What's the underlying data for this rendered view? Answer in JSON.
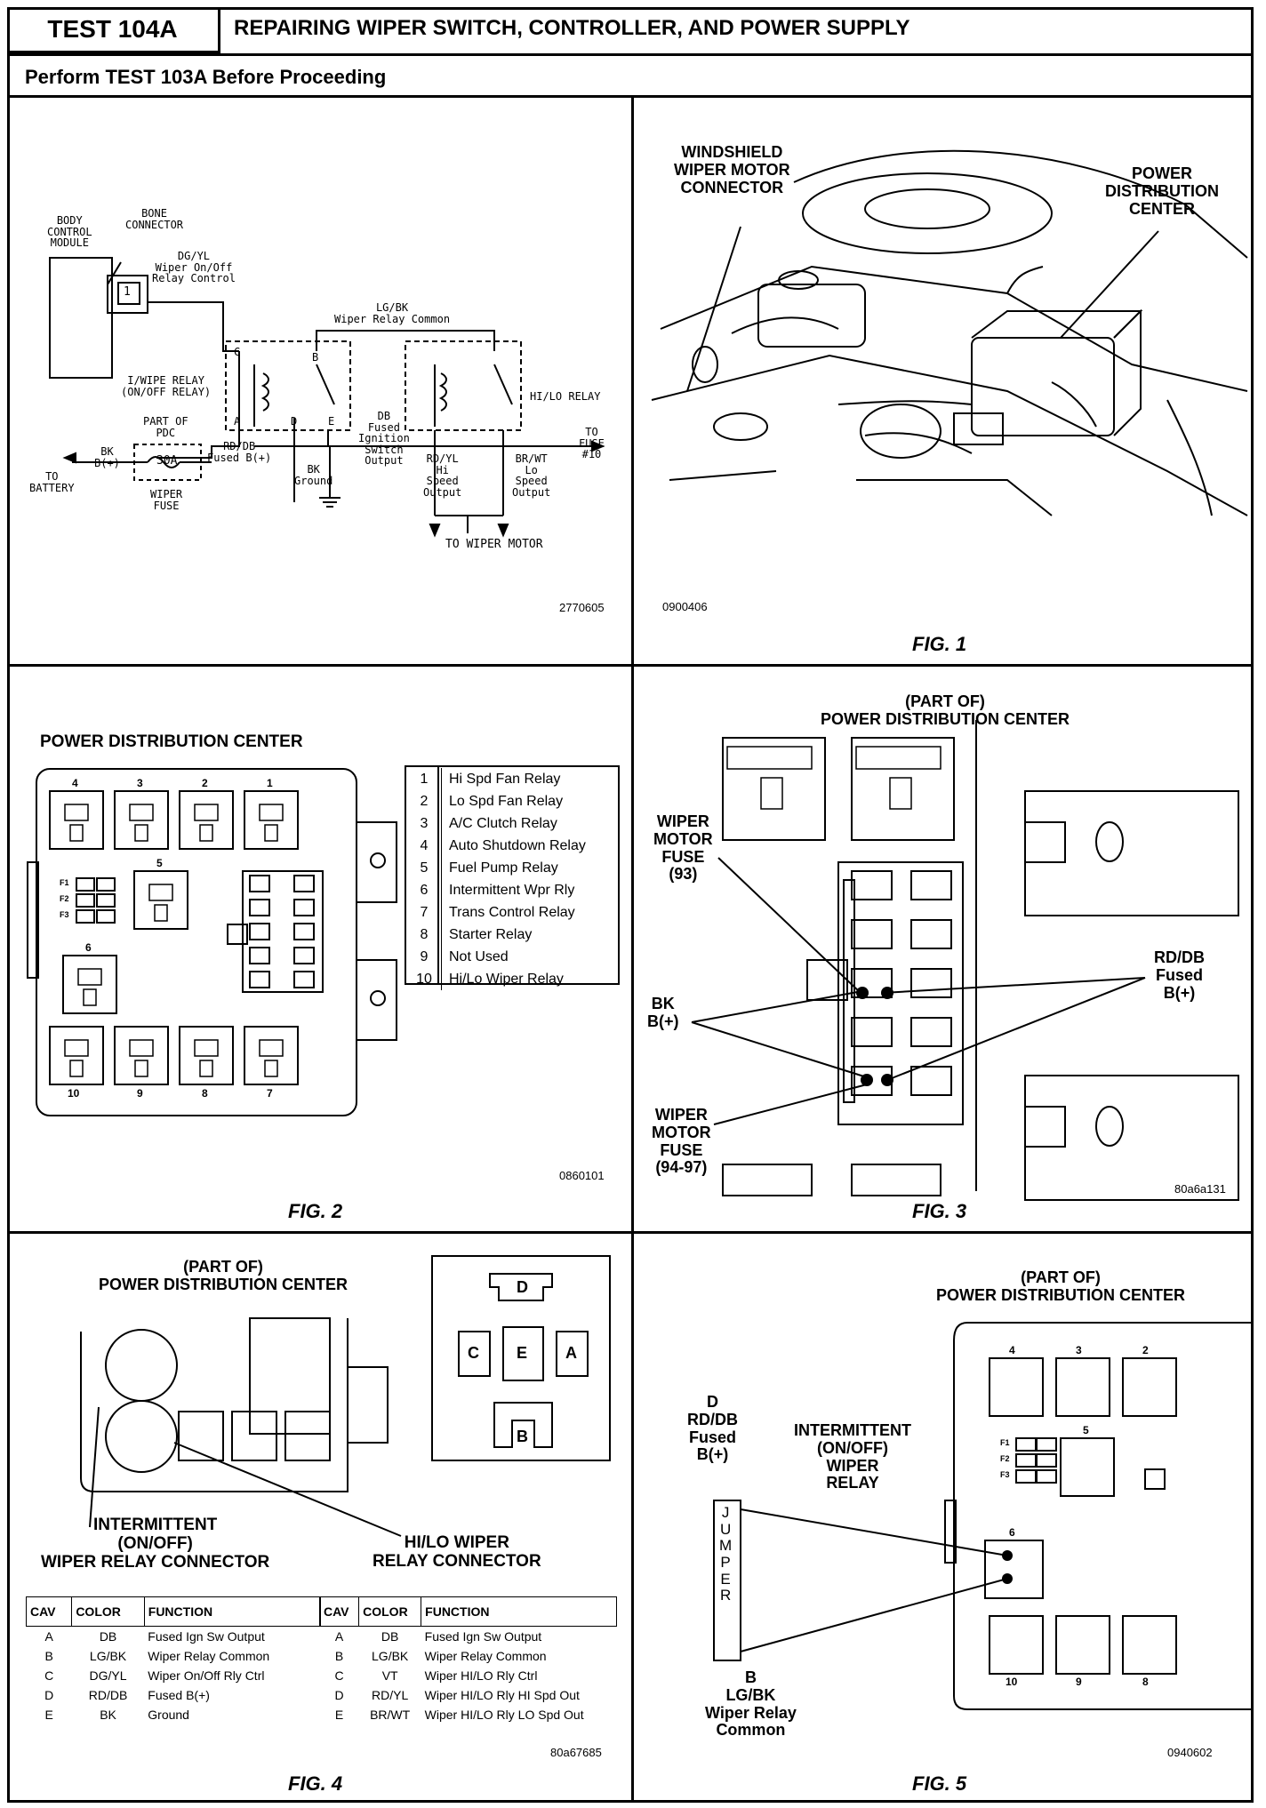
{
  "header": {
    "test_id": "TEST 104A",
    "title": "REPAIRING WIPER SWITCH, CONTROLLER, AND POWER SUPPLY",
    "prereq": "Perform TEST 103A Before Proceeding"
  },
  "schematic": {
    "body_control_module": "BODY\nCONTROL\nMODULE",
    "bone_connector": "BONE\nCONNECTOR",
    "dg_yl": "DG/YL\nWiper On/Off\nRelay Control",
    "pin1": "1",
    "lg_bk": "LG/BK\nWiper Relay Common",
    "iwipe_relay": "I/WIPE RELAY\n(ON/OFF RELAY)",
    "hilo_relay": "HI/LO RELAY",
    "part_of_pdc": "PART OF\nPDC",
    "fuse_30a": "30A",
    "wiper_fuse": "WIPER\nFUSE",
    "bk_b": "BK\nB(+)",
    "to_battery": "TO\nBATTERY",
    "rd_db": "RD/DB\nFused B(+)",
    "bk_ground": "BK\nGround",
    "db_fused": "DB\nFused\nIgnition\nSwitch\nOutput",
    "rd_yl": "RD/YL\nHi\nSpeed\nOutput",
    "br_wt": "BR/WT\nLo\nSpeed\nOutput",
    "to_fuse": "TO\nFUSE\n#10",
    "to_wiper_motor": "TO WIPER MOTOR",
    "pins": {
      "c": "C",
      "b": "B",
      "a": "A",
      "d": "D",
      "e": "E"
    },
    "code": "2770605"
  },
  "fig1": {
    "windshield": "WINDSHIELD\nWIPER MOTOR\nCONNECTOR",
    "pdc": "POWER\nDISTRIBUTION\nCENTER",
    "code": "0900406",
    "caption": "FIG. 1"
  },
  "fig2": {
    "title": "POWER DISTRIBUTION CENTER",
    "legend": [
      {
        "n": "1",
        "label": "Hi Spd Fan Relay"
      },
      {
        "n": "2",
        "label": "Lo Spd Fan Relay"
      },
      {
        "n": "3",
        "label": "A/C Clutch Relay"
      },
      {
        "n": "4",
        "label": "Auto Shutdown Relay"
      },
      {
        "n": "5",
        "label": "Fuel Pump Relay"
      },
      {
        "n": "6",
        "label": "Intermittent Wpr Rly"
      },
      {
        "n": "7",
        "label": "Trans Control  Relay"
      },
      {
        "n": "8",
        "label": "Starter Relay"
      },
      {
        "n": "9",
        "label": "Not Used"
      },
      {
        "n": "10",
        "label": "Hi/Lo Wiper Relay"
      }
    ],
    "top_nums": [
      "4",
      "3",
      "2",
      "1"
    ],
    "bottom_nums": [
      "10",
      "9",
      "8",
      "7"
    ],
    "mid_nums": [
      "5",
      "6"
    ],
    "f_labels": [
      "F1",
      "F2",
      "F3"
    ],
    "code": "0860101",
    "caption": "FIG. 2"
  },
  "fig3": {
    "title": "(PART OF)\nPOWER DISTRIBUTION CENTER",
    "fuse93": "WIPER\nMOTOR\nFUSE\n(93)",
    "fuse94": "WIPER\nMOTOR\nFUSE\n(94-97)",
    "bk": "BK\nB(+)",
    "rd_db": "RD/DB\nFused\nB(+)",
    "code": "80a6a131",
    "caption": "FIG. 3"
  },
  "fig4": {
    "title": "(PART OF)\nPOWER DISTRIBUTION CENTER",
    "intermittent": "INTERMITTENT\n(ON/OFF)\nWIPER RELAY CONNECTOR",
    "hilo": "HI/LO WIPER\nRELAY CONNECTOR",
    "pin_letters": {
      "d": "D",
      "c": "C",
      "e": "E",
      "a": "A",
      "b": "B"
    },
    "headers": [
      "CAV",
      "COLOR",
      "FUNCTION"
    ],
    "left_rows": [
      {
        "cav": "A",
        "color": "DB",
        "fn": "Fused Ign Sw Output"
      },
      {
        "cav": "B",
        "color": "LG/BK",
        "fn": "Wiper Relay Common"
      },
      {
        "cav": "C",
        "color": "DG/YL",
        "fn": "Wiper On/Off Rly Ctrl"
      },
      {
        "cav": "D",
        "color": "RD/DB",
        "fn": "Fused B(+)"
      },
      {
        "cav": "E",
        "color": "BK",
        "fn": "Ground"
      }
    ],
    "right_rows": [
      {
        "cav": "A",
        "color": "DB",
        "fn": "Fused Ign Sw Output"
      },
      {
        "cav": "B",
        "color": "LG/BK",
        "fn": "Wiper Relay Common"
      },
      {
        "cav": "C",
        "color": "VT",
        "fn": "Wiper HI/LO Rly Ctrl"
      },
      {
        "cav": "D",
        "color": "RD/YL",
        "fn": "Wiper HI/LO Rly HI Spd Out"
      },
      {
        "cav": "E",
        "color": "BR/WT",
        "fn": "Wiper HI/LO Rly LO Spd Out"
      }
    ],
    "code": "80a67685",
    "caption": "FIG. 4"
  },
  "fig5": {
    "title": "(PART OF)\nPOWER DISTRIBUTION CENTER",
    "d_label": "D\nRD/DB\nFused\nB(+)",
    "b_label": "B\nLG/BK\nWiper Relay\nCommon",
    "intermittent": "INTERMITTENT\n(ON/OFF)\nWIPER\nRELAY",
    "jumper": "J\nU\nM\nP\nE\nR",
    "code": "0940602",
    "caption": "FIG. 5"
  }
}
